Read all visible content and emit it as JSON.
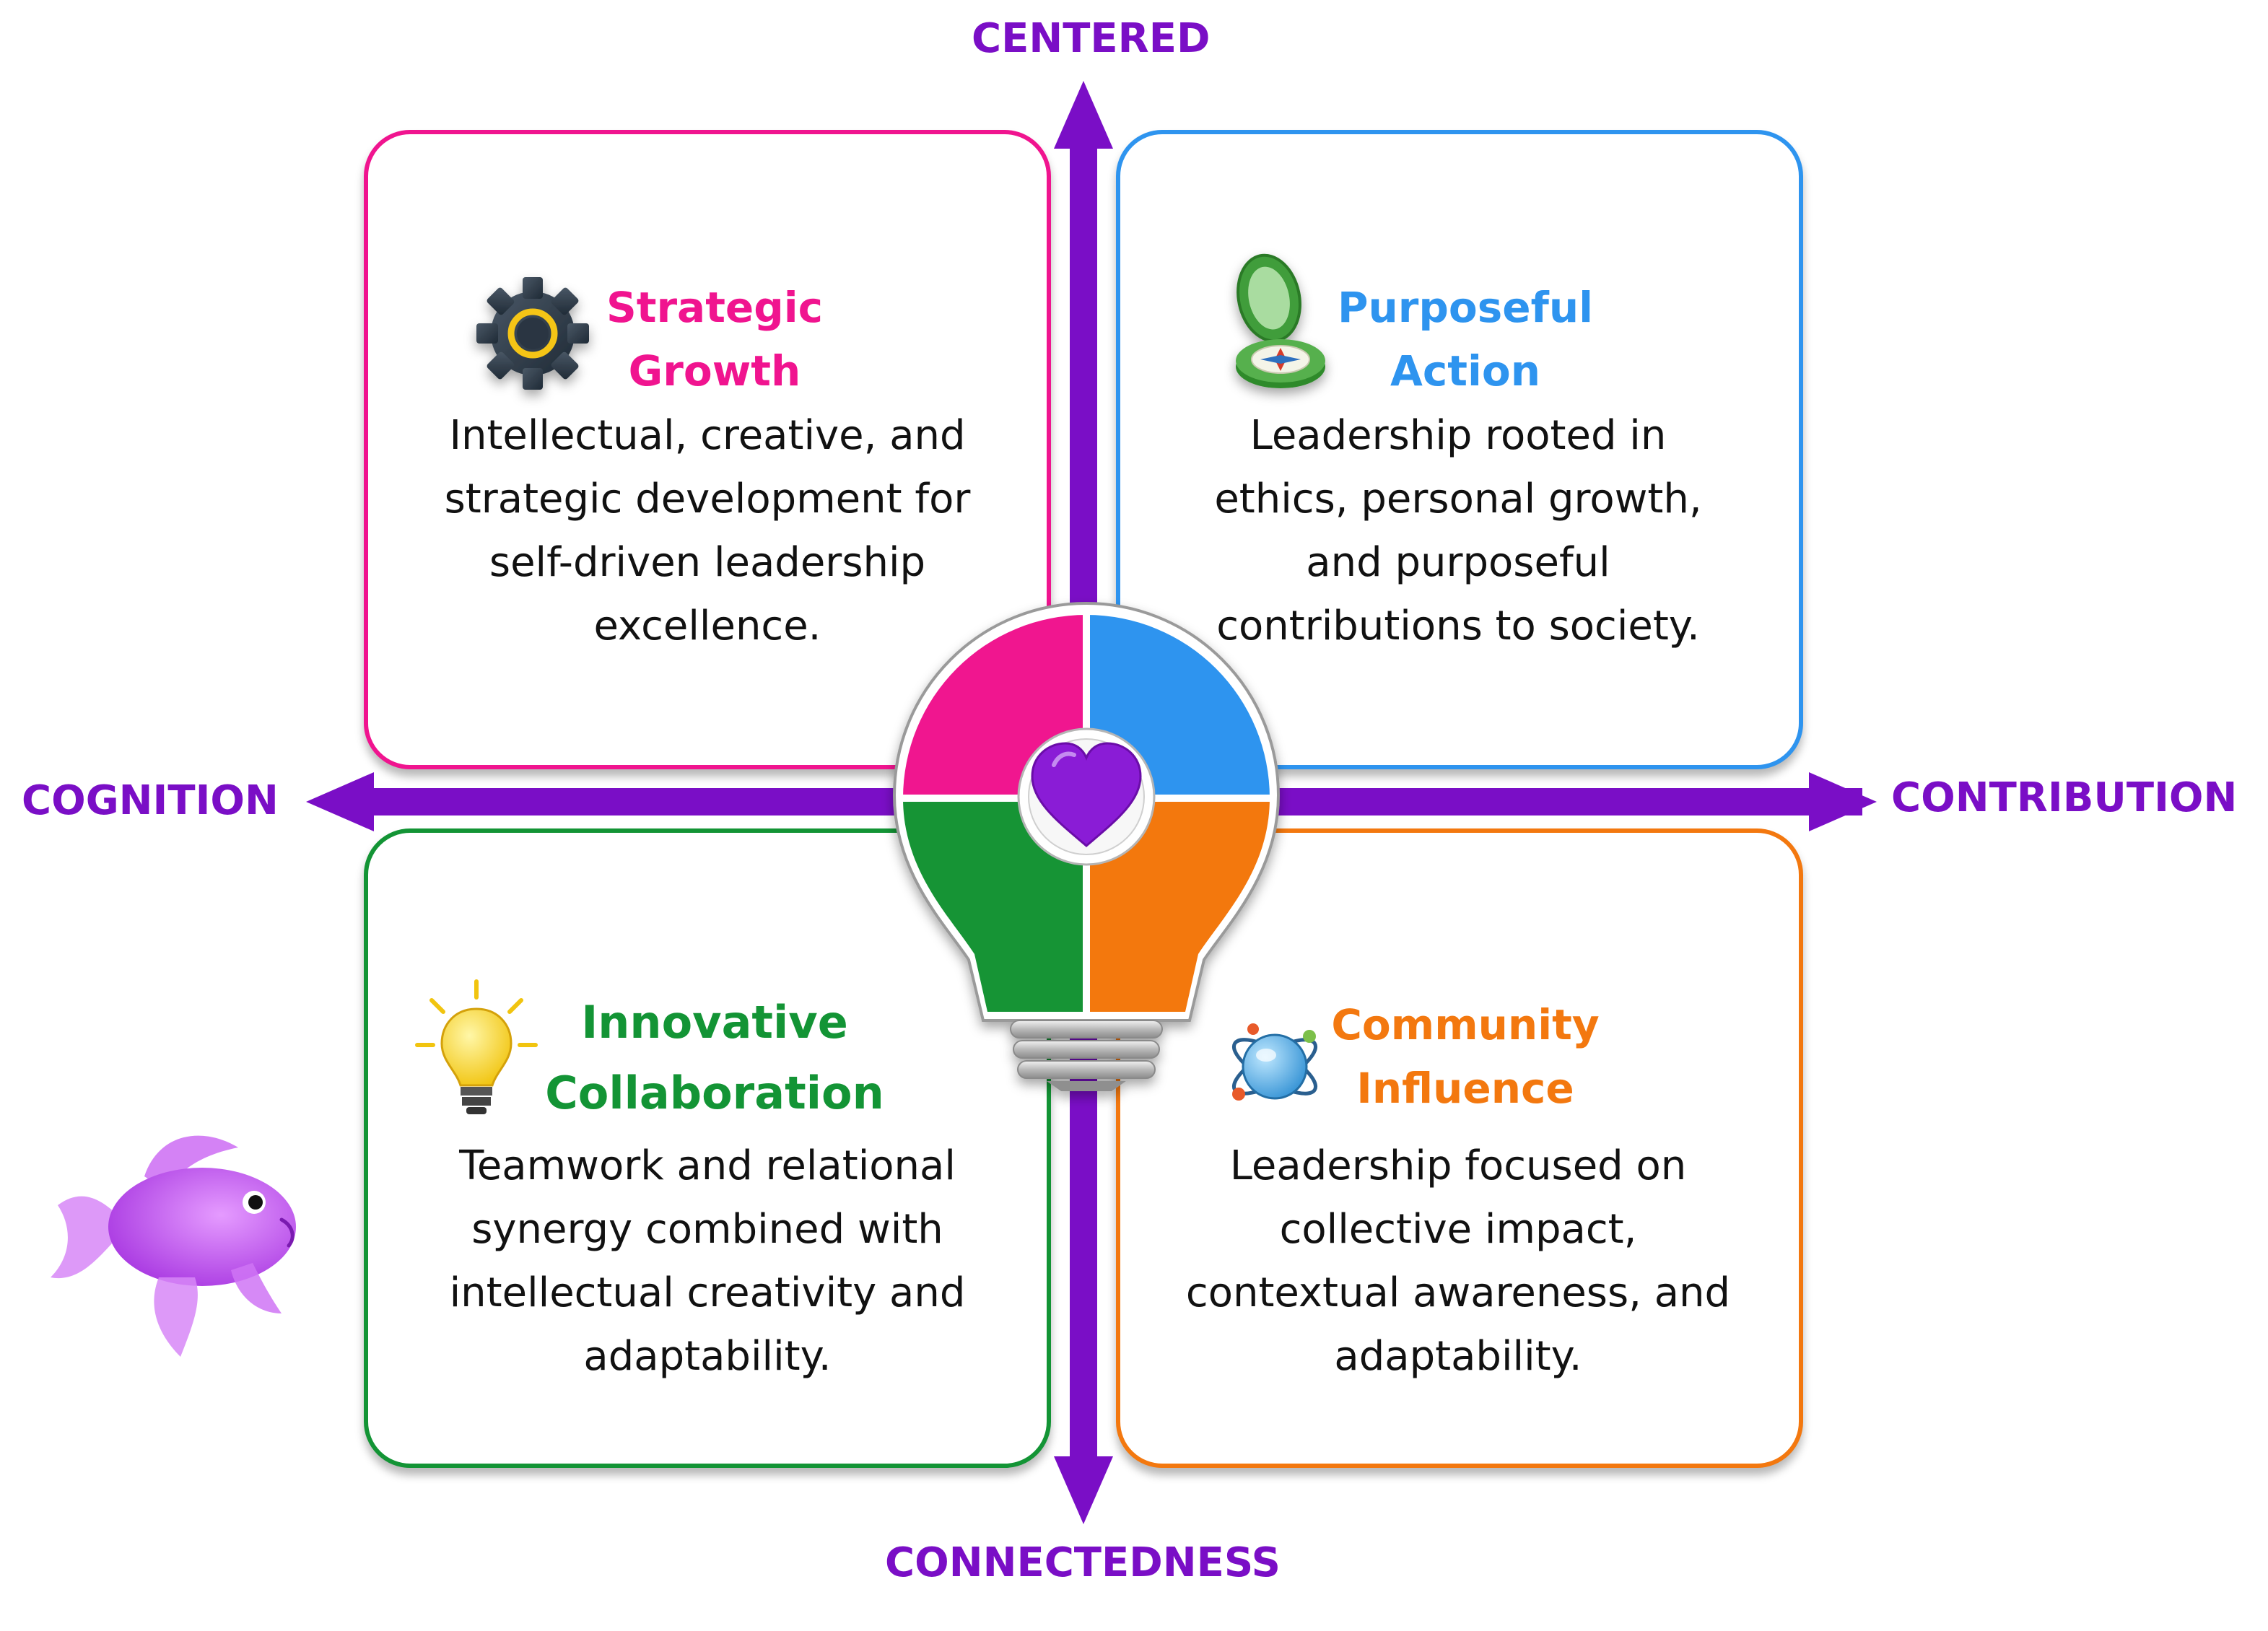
{
  "axes": {
    "top": "CENTERED",
    "bottom": "CONNECTEDNESS",
    "left": "COGNITION",
    "right": "CONTRIBUTION",
    "color": "#7a0ec6"
  },
  "quadrants": {
    "top_left": {
      "title_line1": "Strategic",
      "title_line2": "Growth",
      "body": "Intellectual, creative, and strategic development for self-driven leadership excellence.",
      "color": "#f0148f",
      "icon": "gear-icon"
    },
    "top_right": {
      "title_line1": "Purposeful",
      "title_line2": "Action",
      "body": "Leadership rooted in ethics, personal growth, and purposeful contributions to society.",
      "color": "#2e94ef",
      "icon": "compass-icon"
    },
    "bottom_left": {
      "title_line1": "Innovative",
      "title_line2": "Collaboration",
      "body": "Teamwork and relational synergy combined with intellectual creativity and adaptability.",
      "color": "#139435",
      "icon": "lightbulb-icon"
    },
    "bottom_right": {
      "title_line1": "Community",
      "title_line2": "Influence",
      "body": "Leadership focused on collective impact, contextual awareness, and adaptability.",
      "color": "#f3780f",
      "icon": "atom-icon"
    }
  },
  "center": {
    "icon": "lightbulb-heart-icon",
    "heart_color": "#8a1ad6"
  },
  "decoration": {
    "icon": "goldfish-icon",
    "color": "#c25ff0"
  }
}
